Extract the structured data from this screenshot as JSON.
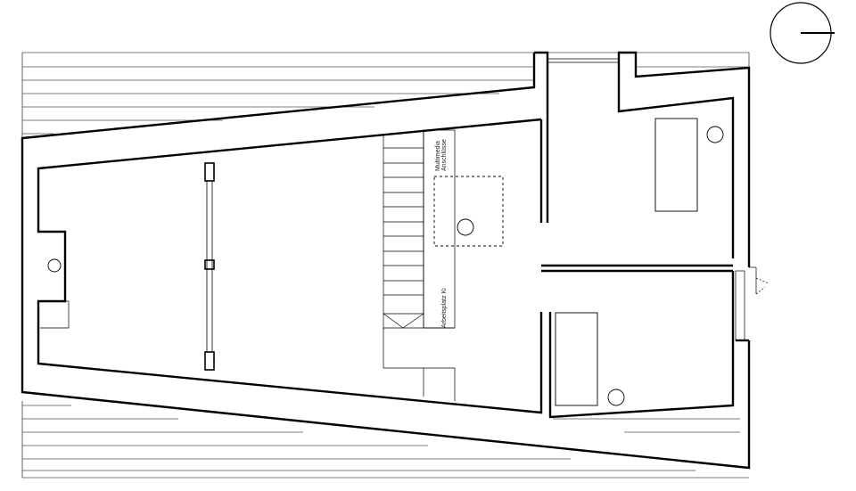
{
  "floorplan": {
    "labels": {
      "multimedia": "Multimedia",
      "anschluesse": "Anschlüsse",
      "workspace": "Arbeitsplatz Ki"
    },
    "compass_icon": "north-arrow-icon",
    "colors": {
      "line": "#000000",
      "paper": "#ffffff"
    }
  }
}
